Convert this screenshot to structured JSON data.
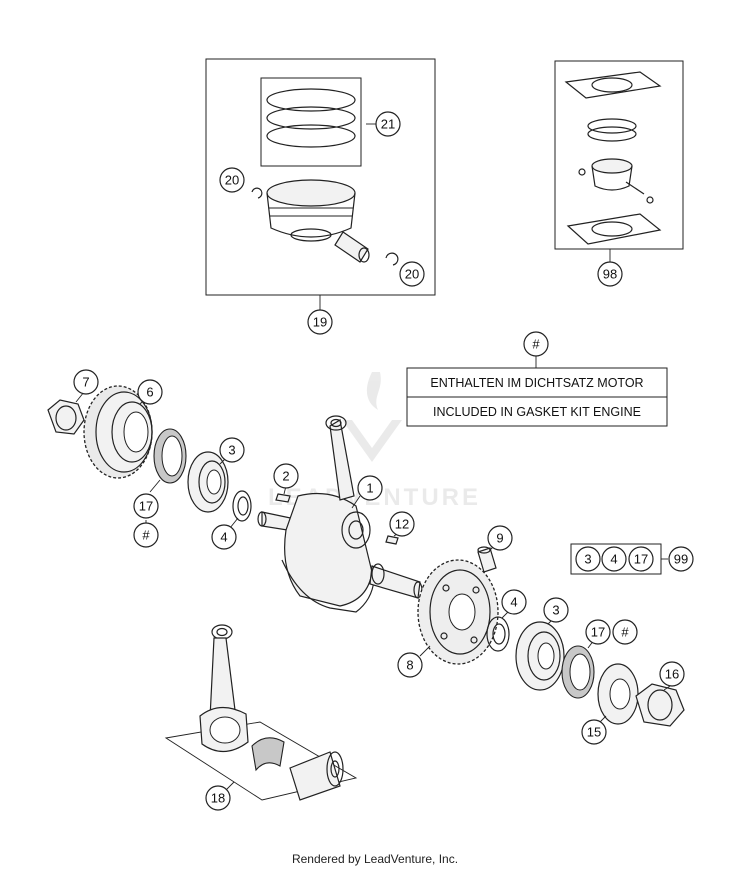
{
  "callouts": {
    "c21": "21",
    "c20a": "20",
    "c20b": "20",
    "c19": "19",
    "c98": "98",
    "c7": "7",
    "c6": "6",
    "c3a": "3",
    "c2": "2",
    "c1": "1",
    "c17a": "17",
    "c_hash_a": "#",
    "c4a": "4",
    "c12": "12",
    "c9": "9",
    "c_hash_top": "#",
    "c4b": "4",
    "c3b": "3",
    "c17b": "17",
    "c_hash_b": "#",
    "c8": "8",
    "c16": "16",
    "c15": "15",
    "c18": "18",
    "kit": [
      "3",
      "4",
      "17"
    ],
    "c99": "99"
  },
  "note_box": {
    "line1": "ENTHALTEN IM DICHTSATZ MOTOR",
    "line2": "INCLUDED IN GASKET KIT ENGINE"
  },
  "footer": "Rendered by LeadVenture, Inc."
}
